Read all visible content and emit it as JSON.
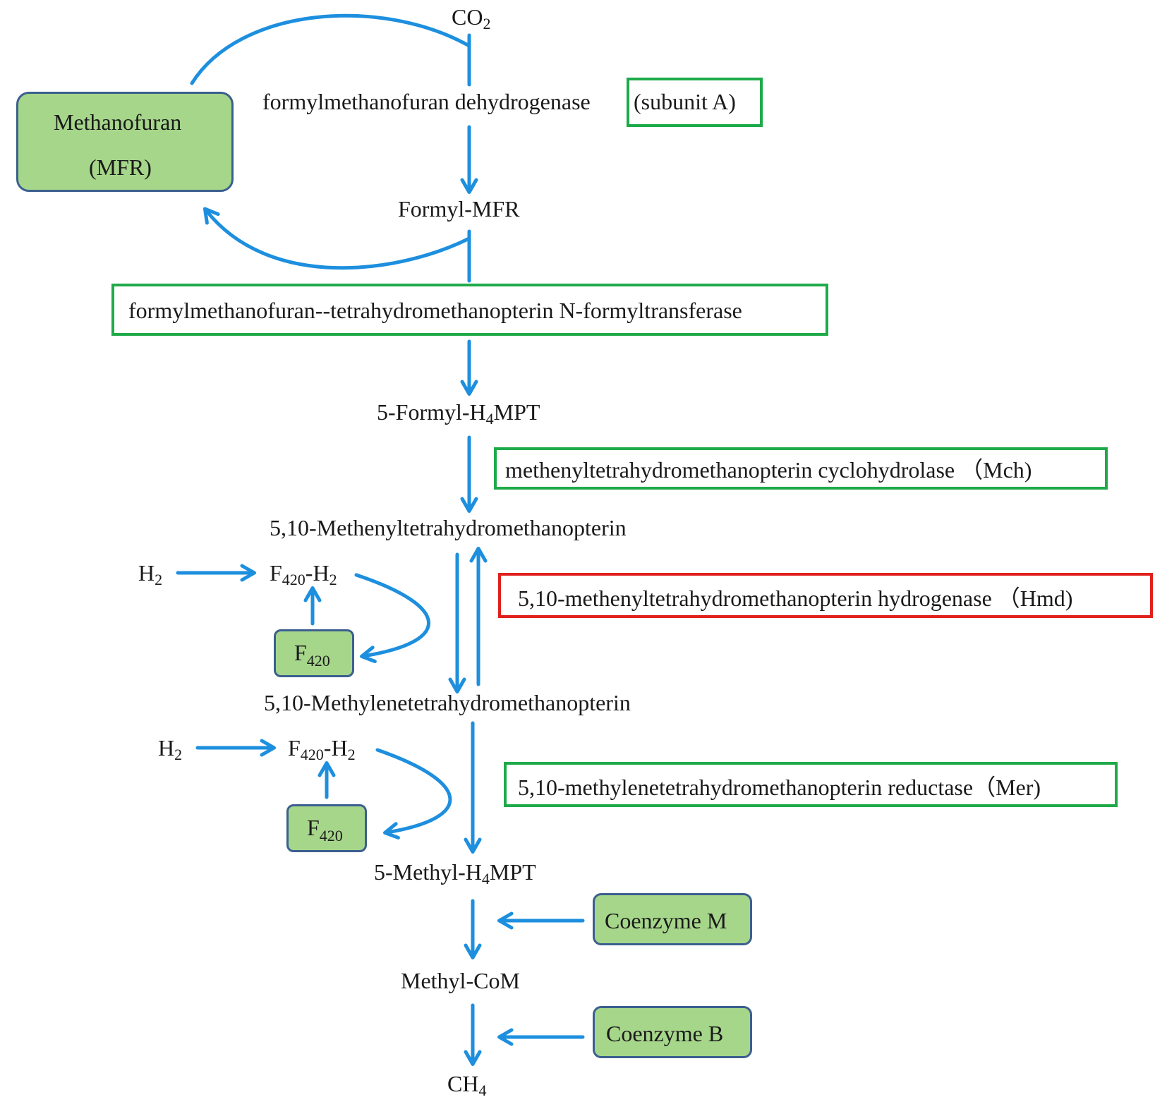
{
  "colors": {
    "arrow": "#1d8fde",
    "enzyme_box": "#1faa4a",
    "highlight_box": "#e0201c",
    "cofactor_fill": "#a6d68a",
    "cofactor_border": "#3b5f8f"
  },
  "cofactors": {
    "mfr_line1": "Methanofuran",
    "mfr_line2": "(MFR)",
    "f420_main": "F",
    "f420_sub": "420",
    "coenzyme_m": "Coenzyme M",
    "coenzyme_b": "Coenzyme B"
  },
  "metabolites": {
    "co2_main": "CO",
    "co2_sub": "2",
    "formyl_mfr": "Formyl-MFR",
    "formyl_h4mpt_a": "5-Formyl-H",
    "formyl_h4mpt_sub": "4",
    "formyl_h4mpt_b": "MPT",
    "methenyl": "5,10-Methenyltetrahydromethanopterin",
    "methylene": "5,10-Methylenetetrahydromethanopterin",
    "methyl_h4mpt_a": "5-Methyl-H",
    "methyl_h4mpt_sub": "4",
    "methyl_h4mpt_b": "MPT",
    "methyl_com": "Methyl-CoM",
    "ch4_main": "CH",
    "ch4_sub": "4",
    "h2_main": "H",
    "h2_sub": "2",
    "f420h2_a": "F",
    "f420h2_sub1": "420",
    "f420h2_b": "-H",
    "f420h2_sub2": "2"
  },
  "enzymes": {
    "fmd_name": "formylmethanofuran dehydrogenase",
    "fmd_subunit": "(subunit A)",
    "ftr": "formylmethanofuran--tetrahydromethanopterin N-formyltransferase",
    "mch": "methenyltetrahydromethanopterin cyclohydrolase （Mch)",
    "hmd": "5,10-methenyltetrahydromethanopterin hydrogenase （Hmd)",
    "mer": "5,10-methylenetetrahydromethanopterin reductase（Mer)"
  }
}
